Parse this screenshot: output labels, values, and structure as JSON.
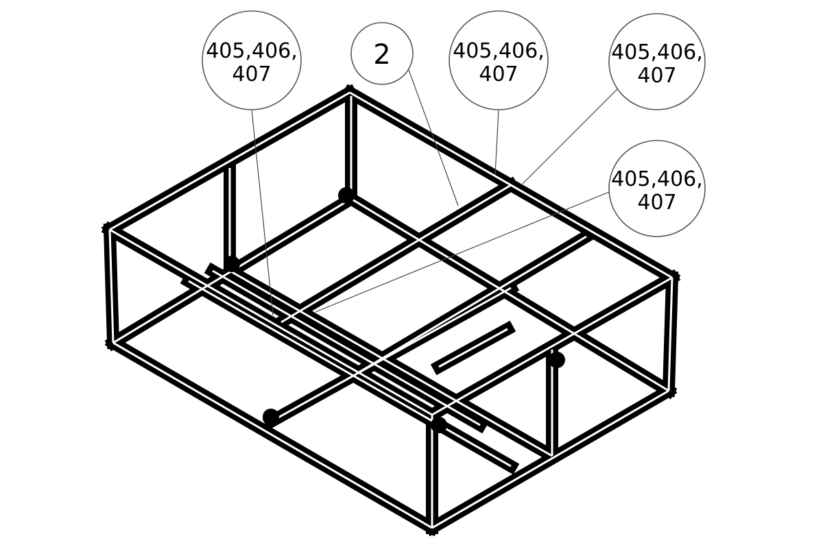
{
  "balloons": [
    {
      "id": "b1",
      "lines": [
        "405,406,",
        "407"
      ]
    },
    {
      "id": "b2",
      "lines": [
        "2"
      ]
    },
    {
      "id": "b3",
      "lines": [
        "405,406,",
        "407"
      ]
    },
    {
      "id": "b4",
      "lines": [
        "405,406,",
        "407"
      ]
    },
    {
      "id": "b5",
      "lines": [
        "405,406,",
        "407"
      ]
    }
  ],
  "colors": {
    "line": "#000000",
    "background": "#ffffff",
    "leader": "#444444"
  }
}
